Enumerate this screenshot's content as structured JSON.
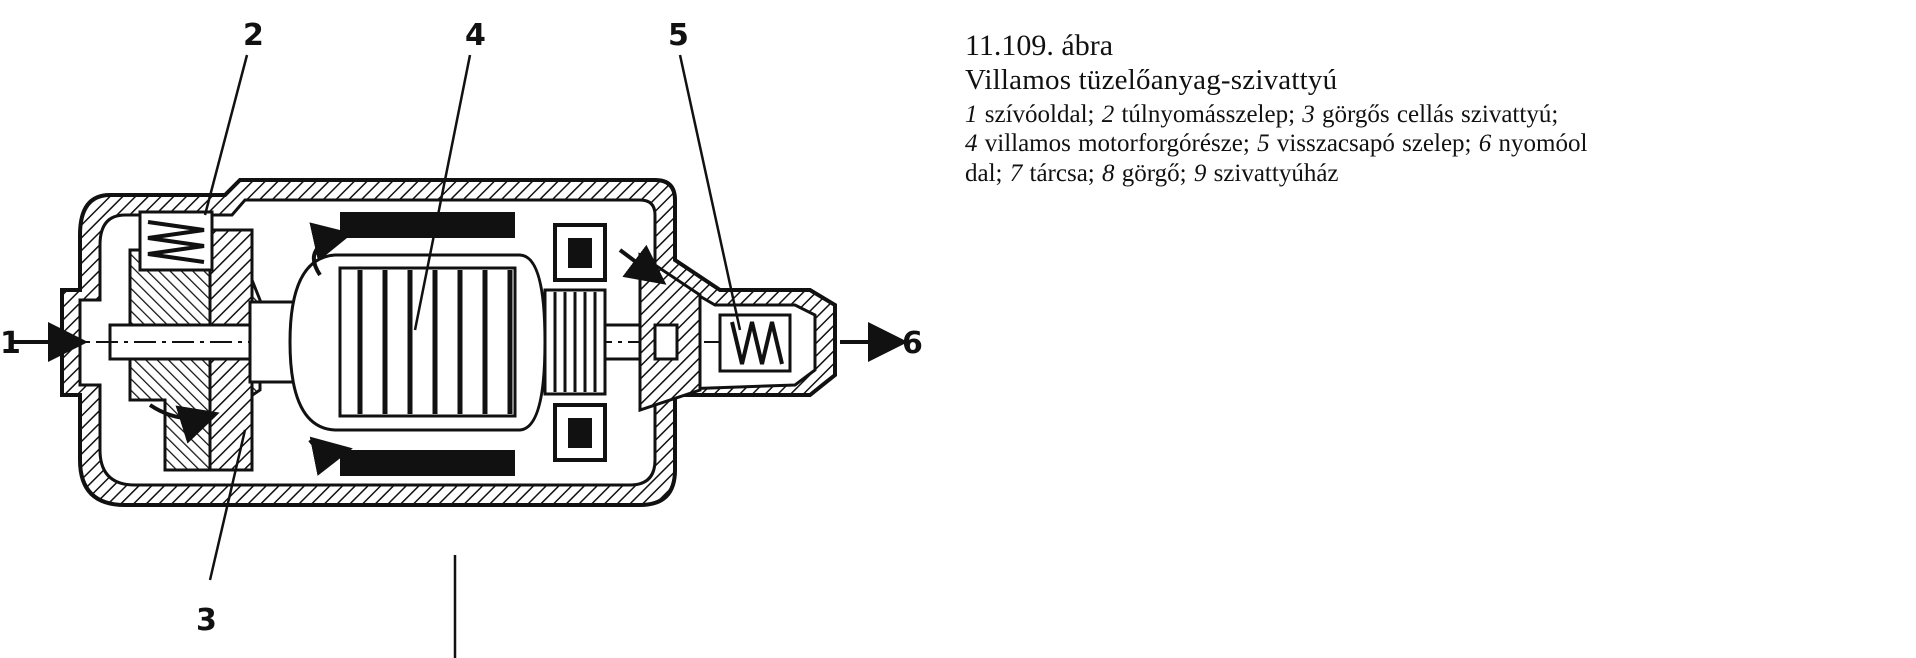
{
  "figure": {
    "number": "11.109. ábra",
    "title": "Villamos tüzelőanyag-szivattyú"
  },
  "legend": [
    {
      "num": "1",
      "text": "szívóoldal;"
    },
    {
      "num": "2",
      "text": "túlnyomásszelep;"
    },
    {
      "num": "3",
      "text": "görgős cellás szivattyú;"
    },
    {
      "num": "4",
      "text": "villamos motorforgórésze;"
    },
    {
      "num": "5",
      "text": "visszacsapó szelep;"
    },
    {
      "num": "6",
      "text": "nyomóol­dal;"
    },
    {
      "num": "7",
      "text": "tárcsa;"
    },
    {
      "num": "8",
      "text": "görgő;"
    },
    {
      "num": "9",
      "text": "szivattyúház"
    }
  ],
  "legend_lines": [
    "szívóoldal; ",
    "túlnyomásszelep; ",
    "görgős cellás szivattyú;",
    "villamos motorforgórésze; ",
    "visszacsapó szelep; ",
    "nyomóol",
    "dal; ",
    "tárcsa; ",
    "görgő; ",
    "szivattyúház"
  ],
  "callouts": {
    "c1": "1",
    "c2": "2",
    "c3": "3",
    "c4": "4",
    "c5": "5",
    "c6": "6"
  },
  "colors": {
    "ink": "#111111",
    "paper": "#ffffff"
  }
}
